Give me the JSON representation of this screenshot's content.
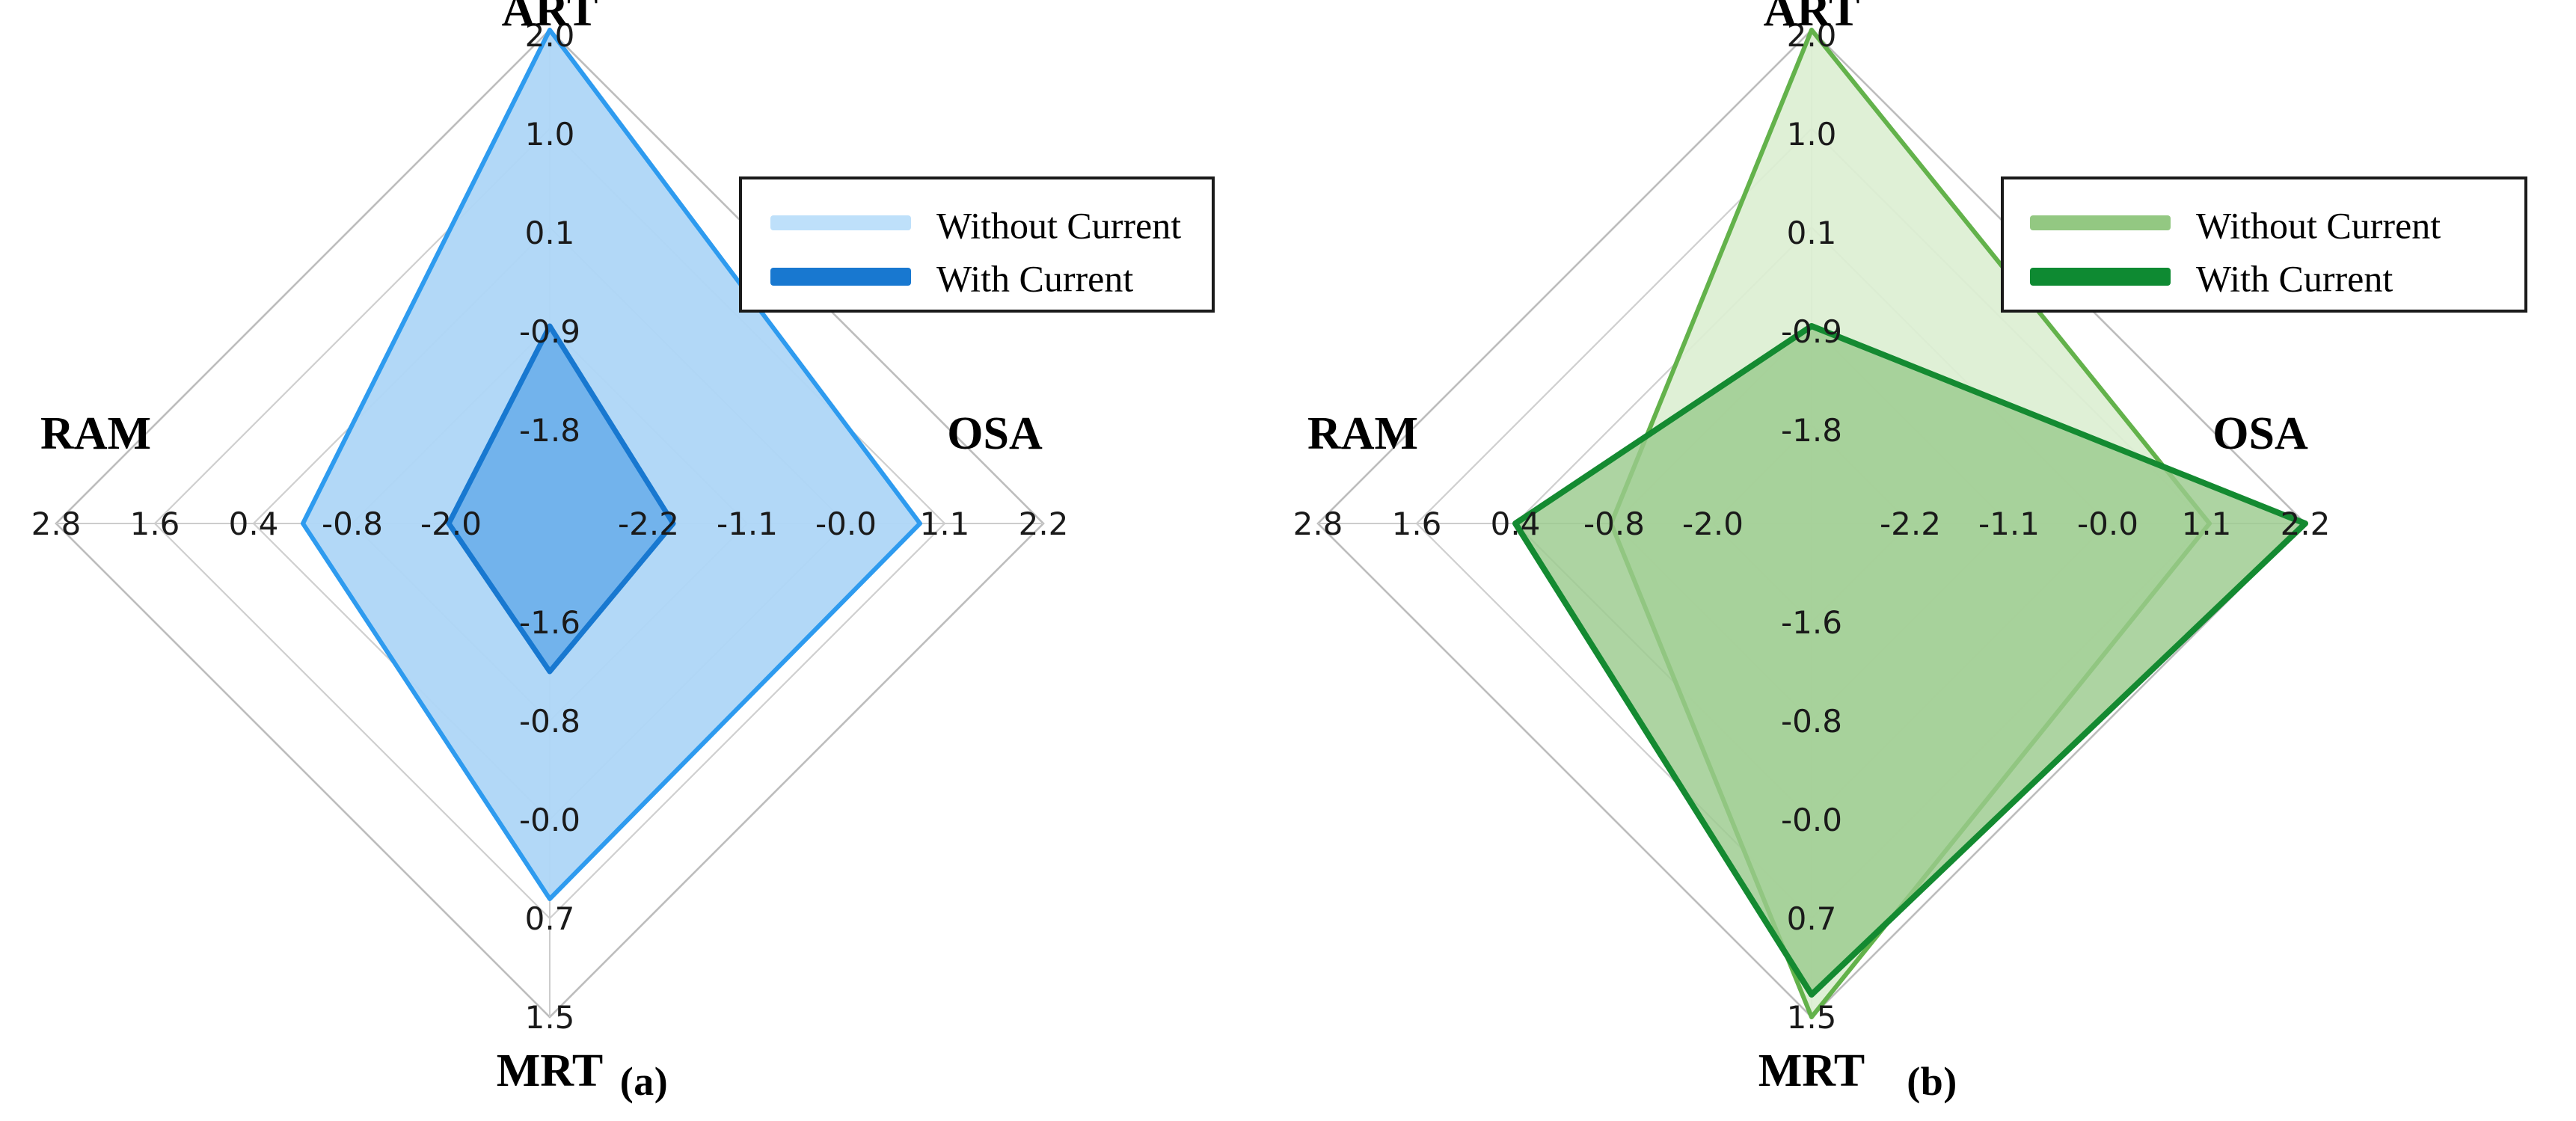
{
  "figure": {
    "background": "#ffffff",
    "panels": [
      {
        "caption": "(a)",
        "palette": {
          "without_fill": "#AED6F7",
          "without_stroke": "#8FC4F0",
          "with_fill": "#6CB0EA",
          "with_stroke": "#1878D0",
          "legend_without_swatch": "#BEE0FA",
          "legend_with_swatch": "#1878D0"
        },
        "legend": {
          "items": [
            {
              "label": "Without Current",
              "color": "#BEE0FA"
            },
            {
              "label": "With Current",
              "color": "#1878D0"
            }
          ]
        },
        "axes": [
          {
            "name": "ART",
            "position": "top",
            "ticks": [
              "2.0",
              "1.0",
              "0.1",
              "-0.9",
              "-1.8"
            ]
          },
          {
            "name": "OSA",
            "position": "right",
            "ticks": [
              "-2.2",
              "-1.1",
              "-0.0",
              "1.1",
              "2.2"
            ]
          },
          {
            "name": "MRT",
            "position": "bottom",
            "ticks": [
              "-1.6",
              "-0.8",
              "-0.0",
              "0.7",
              "1.5"
            ]
          },
          {
            "name": "RAM",
            "position": "left",
            "ticks": [
              "-2.0",
              "-0.8",
              "0.4",
              "1.6",
              "2.8"
            ]
          }
        ]
      },
      {
        "caption": "(b)",
        "palette": {
          "without_fill": "#DCEFD2",
          "without_stroke": "#63B24B",
          "with_fill": "#9BCB8E",
          "with_stroke": "#148A31",
          "legend_without_swatch": "#93C882",
          "legend_with_swatch": "#0E8A32"
        },
        "legend": {
          "items": [
            {
              "label": "Without Current",
              "color": "#93C882"
            },
            {
              "label": "With Current",
              "color": "#0E8A32"
            }
          ]
        },
        "axes": [
          {
            "name": "ART",
            "position": "top",
            "ticks": [
              "2.0",
              "1.0",
              "0.1",
              "-0.9",
              "-1.8"
            ]
          },
          {
            "name": "OSA",
            "position": "right",
            "ticks": [
              "-2.2",
              "-1.1",
              "-0.0",
              "1.1",
              "2.2"
            ]
          },
          {
            "name": "MRT",
            "position": "bottom",
            "ticks": [
              "-1.6",
              "-0.8",
              "-0.0",
              "0.7",
              "1.5"
            ]
          },
          {
            "name": "RAM",
            "position": "left",
            "ticks": [
              "-2.0",
              "-0.8",
              "0.4",
              "1.6",
              "2.8"
            ]
          }
        ]
      }
    ]
  },
  "chart_data": [
    {
      "type": "radar",
      "panel": "(a)",
      "title": "",
      "categories": [
        "ART",
        "OSA",
        "MRT",
        "RAM"
      ],
      "axis_tick_labels": {
        "ART": [
          "-1.8",
          "-0.9",
          "0.1",
          "1.0",
          "2.0"
        ],
        "OSA": [
          "-2.2",
          "-1.1",
          "-0.0",
          "1.1",
          "2.2"
        ],
        "MRT": [
          "-1.6",
          "-0.8",
          "-0.0",
          "0.7",
          "1.5"
        ],
        "RAM": [
          "-2.0",
          "-0.8",
          "0.4",
          "1.6",
          "2.8"
        ]
      },
      "axis_ranges": {
        "ART": [
          -1.8,
          2.0
        ],
        "OSA": [
          -2.2,
          2.2
        ],
        "MRT": [
          -1.6,
          1.5
        ],
        "RAM": [
          -2.0,
          2.8
        ]
      },
      "series": [
        {
          "name": "Without Current",
          "color": "#BEE0FA",
          "values": {
            "ART": 2.0,
            "OSA": 1.1,
            "MRT": 0.75,
            "RAM": 0.4
          },
          "normalized": {
            "ART": 1.0,
            "OSA": 0.75,
            "MRT": 0.76,
            "RAM": 0.5
          }
        },
        {
          "name": "With Current",
          "color": "#1878D0",
          "values": {
            "ART": -0.9,
            "OSA": -2.2,
            "MRT": -1.6,
            "RAM": -2.0
          },
          "normalized": {
            "ART": 0.25,
            "OSA": 0.25,
            "MRT": 0.25,
            "RAM": 0.25
          }
        }
      ],
      "grid": true,
      "legend_position": "top-right"
    },
    {
      "type": "radar",
      "panel": "(b)",
      "title": "",
      "categories": [
        "ART",
        "OSA",
        "MRT",
        "RAM"
      ],
      "axis_tick_labels": {
        "ART": [
          "-1.8",
          "-0.9",
          "0.1",
          "1.0",
          "2.0"
        ],
        "OSA": [
          "-2.2",
          "-1.1",
          "-0.0",
          "1.1",
          "2.2"
        ],
        "MRT": [
          "-1.6",
          "-0.8",
          "-0.0",
          "0.7",
          "1.5"
        ],
        "RAM": [
          "-2.0",
          "-0.8",
          "0.4",
          "1.6",
          "2.8"
        ]
      },
      "axis_ranges": {
        "ART": [
          -1.8,
          2.0
        ],
        "OSA": [
          -2.2,
          2.2
        ],
        "MRT": [
          -1.6,
          1.5
        ],
        "RAM": [
          -2.0,
          2.8
        ]
      },
      "series": [
        {
          "name": "Without Current",
          "color": "#93C882",
          "values": {
            "ART": 2.0,
            "OSA": 1.3,
            "MRT": 1.5,
            "RAM": -0.5
          },
          "normalized": {
            "ART": 1.0,
            "OSA": 0.8,
            "MRT": 1.0,
            "RAM": 0.41
          }
        },
        {
          "name": "With Current",
          "color": "#0E8A32",
          "values": {
            "ART": -0.9,
            "OSA": 2.2,
            "MRT": 1.45,
            "RAM": 0.4
          },
          "normalized": {
            "ART": 0.5,
            "OSA": 1.0,
            "MRT": 0.98,
            "RAM": 0.5
          }
        }
      ],
      "grid": true,
      "legend_position": "top-right"
    }
  ]
}
